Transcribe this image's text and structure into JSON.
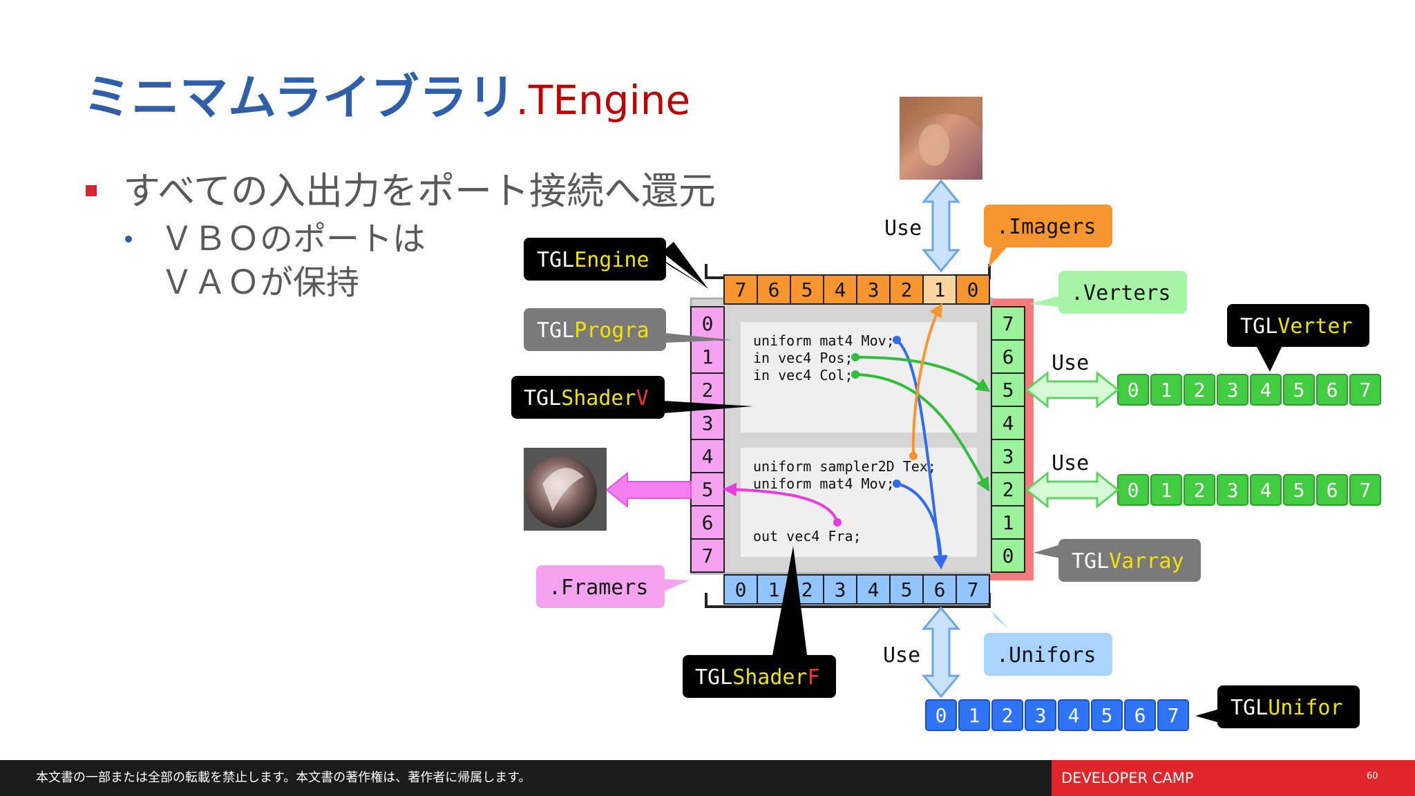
{
  "title": {
    "main": "ミニマムライブラリ",
    "suffix": ".TEngine"
  },
  "bullets": {
    "level1": "すべての入出力をポート接続へ還元",
    "level2_line1": "ＶＢＯのポートは",
    "level2_line2": "ＶＡＯが保持"
  },
  "ports": {
    "imagers": [
      "7",
      "6",
      "5",
      "4",
      "3",
      "2",
      "1",
      "0"
    ],
    "framers": [
      "0",
      "1",
      "2",
      "3",
      "4",
      "5",
      "6",
      "7"
    ],
    "verters": [
      "7",
      "6",
      "5",
      "4",
      "3",
      "2",
      "1",
      "0"
    ],
    "unifors": [
      "0",
      "1",
      "2",
      "3",
      "4",
      "5",
      "6",
      "7"
    ],
    "vbo": [
      "0",
      "1",
      "2",
      "3",
      "4",
      "5",
      "6",
      "7"
    ],
    "ubo": [
      "0",
      "1",
      "2",
      "3",
      "4",
      "5",
      "6",
      "7"
    ]
  },
  "shader_code": {
    "vertex": [
      "uniform mat4 Mov;",
      "in vec4 Pos;",
      "in vec4 Col;"
    ],
    "fragment": [
      "uniform sampler2D Tex;",
      "uniform mat4 Mov;",
      "",
      "out vec4 Fra;"
    ]
  },
  "use_labels": {
    "top": "Use",
    "vbo1": "Use",
    "vbo2": "Use",
    "bottom": "Use"
  },
  "callouts": {
    "engine": {
      "prefix": "TGL",
      "name": "Engine"
    },
    "progra": {
      "prefix": "TGL",
      "name": "Progra"
    },
    "shaderv": {
      "prefix": "TGL",
      "name": "Shader",
      "suffix": "V"
    },
    "shaderf": {
      "prefix": "TGL",
      "name": "Shader",
      "suffix": "F"
    },
    "verter": {
      "prefix": "TGL",
      "name": "Verter"
    },
    "varray": {
      "prefix": "TGL",
      "name": "Varray"
    },
    "unifor": {
      "prefix": "TGL",
      "name": "Unifor"
    },
    "imagers": ".Imagers",
    "verters": ".Verters",
    "framers": ".Framers",
    "unifors": ".Unifors"
  },
  "footer": {
    "notice": "本文書の一部または全部の転載を禁止します。本文書の著作権は、著作者に帰属します。",
    "brand": "DEVELOPER CAMP",
    "page": "60"
  },
  "colors": {
    "title_blue": "#2e5fa8",
    "title_red": "#c00000",
    "bullet_red": "#d7262e",
    "orange": "#f7962f",
    "orange_light": "#fbd5a0",
    "pink": "#f5a3f0",
    "pink_arrow": "#f57ef0",
    "green": "#41cc41",
    "green_light": "#9af39a",
    "blue": "#92c5ff",
    "blue_dark": "#2f74f7",
    "red_bar": "#f47b7b",
    "footer_bg": "#1b1b1b",
    "footer_red": "#e1262b"
  }
}
